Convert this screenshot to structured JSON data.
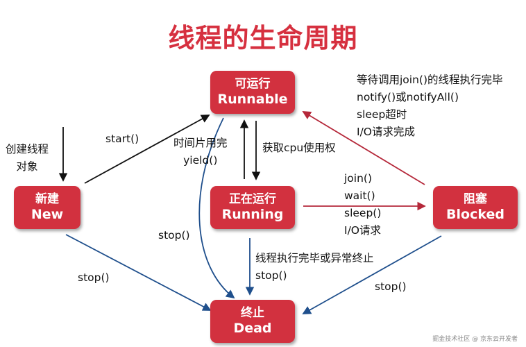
{
  "title": "线程的生命周期",
  "states": {
    "runnable": {
      "zh": "可运行",
      "en": "Runnable"
    },
    "new": {
      "zh": "新建",
      "en": "New"
    },
    "running": {
      "zh": "正在运行",
      "en": "Running"
    },
    "blocked": {
      "zh": "阻塞",
      "en": "Blocked"
    },
    "dead": {
      "zh": "终止",
      "en": "Dead"
    }
  },
  "labels": {
    "create_thread": [
      "创建线程",
      "对象"
    ],
    "start": "start()",
    "timeslice": [
      "时间片用完",
      "yield()"
    ],
    "get_cpu": "获取cpu使用权",
    "blocked_to_runnable": [
      "等待调用join()的线程执行完毕",
      "notify()或notifyAll()",
      "sleep超时",
      "I/O请求完成"
    ],
    "running_to_blocked": [
      "join()",
      "wait()",
      "sleep()",
      "I/O请求"
    ],
    "runnable_stop": "stop()",
    "new_stop": "stop()",
    "running_end": [
      "线程执行完毕或异常终止",
      "stop()"
    ],
    "blocked_stop": "stop()"
  },
  "colors": {
    "state_fill": "#d2313f",
    "title": "#d6303f",
    "arrow_blue": "#1f4f8c",
    "arrow_red": "#b5283a",
    "arrow_black": "#111111"
  },
  "watermark": "掘金技术社区 @ 京东云开发者"
}
